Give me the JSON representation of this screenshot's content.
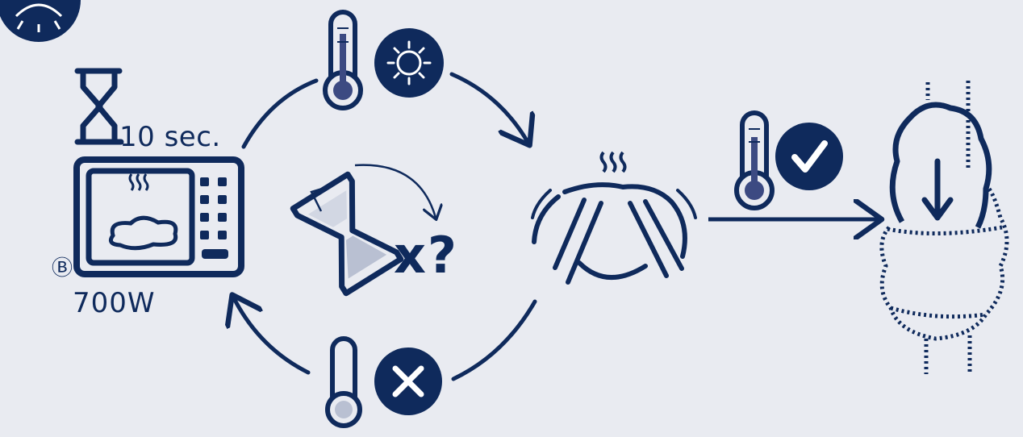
{
  "step_marker": "Ⓑ",
  "timer": "10 sec.",
  "power": "700W",
  "repeat": "x?",
  "colors": {
    "navy": "#0f2a5c",
    "background": "#e9ebf1",
    "light_fill": "#b9c0d2"
  },
  "icons": [
    "sun-icon",
    "hourglass-icon",
    "microwave-icon",
    "thermometer-icon",
    "check-icon",
    "cross-icon",
    "steam-icon",
    "hands-icon",
    "breast-icon",
    "arrow-icon"
  ]
}
